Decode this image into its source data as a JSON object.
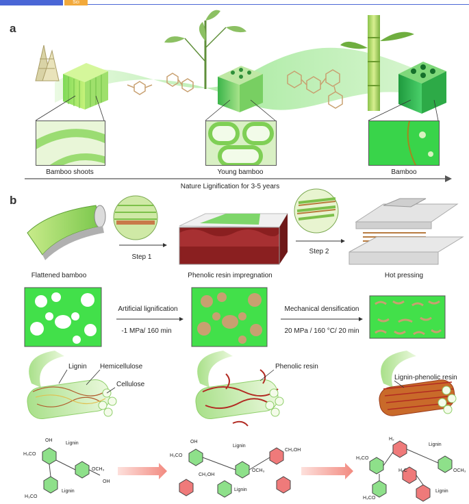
{
  "header": {
    "badge": "Sci"
  },
  "panel_a": {
    "letter": "a",
    "stages": [
      "Bamboo shoots",
      "Young bamboo",
      "Bamboo"
    ],
    "axis_label": "Nature Lignification for 3-5 years"
  },
  "panel_b": {
    "letter": "b",
    "process": {
      "flattened": "Flattened bamboo",
      "step1": "Step 1",
      "impregnation": "Phenolic resin impregnation",
      "step2": "Step 2",
      "hot_pressing": "Hot pressing"
    },
    "artificial": {
      "title": "Artificial lignification",
      "condition": "-1 MPa/ 160 min"
    },
    "mechanical": {
      "title": "Mechanical densification",
      "condition": "20 MPa / 160 °C/ 20 min"
    },
    "fiber_labels": {
      "lignin": "Lignin",
      "hemicellulose": "Hemicellulose",
      "cellulose": "Cellulose",
      "phenolic_resin": "Phenolic resin",
      "lignin_phenolic": "Lignin-phenolic resin"
    },
    "chem_labels": {
      "h3co": "H₃CO",
      "oh": "OH",
      "och3": "OCH₃",
      "lignin": "Lignin",
      "ch2oh": "CH₂OH",
      "h2": "H₂",
      "h2c": "H₂C"
    }
  },
  "colors": {
    "bright_green": "#3ee84a",
    "light_green": "#b9ef9a",
    "resin_red": "#b22a22",
    "lignin_tan": "#c8a070",
    "arrow_red": "#f28a80"
  }
}
